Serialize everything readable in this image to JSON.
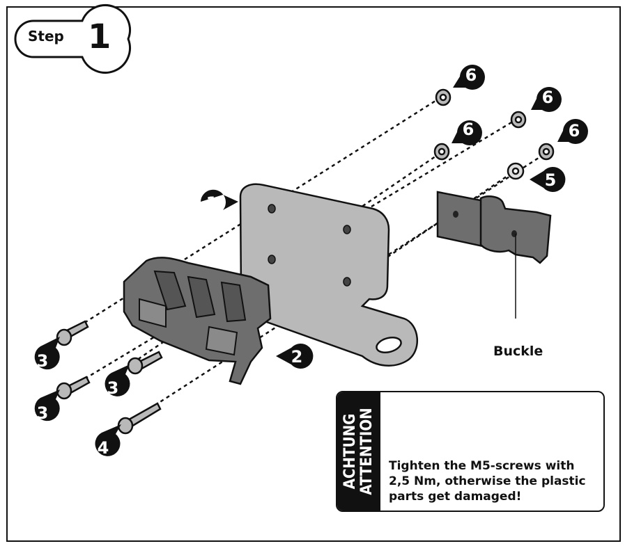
{
  "step": {
    "label": "Step",
    "number": "1"
  },
  "parts_label": "Buckle",
  "callouts": [
    {
      "id": "part-1",
      "number": "1"
    },
    {
      "id": "part-2",
      "number": "2"
    },
    {
      "id": "screw-3a",
      "number": "3"
    },
    {
      "id": "screw-3b",
      "number": "3"
    },
    {
      "id": "screw-3c",
      "number": "3"
    },
    {
      "id": "screw-4",
      "number": "4"
    },
    {
      "id": "washer-5",
      "number": "5"
    },
    {
      "id": "nut-6a",
      "number": "6"
    },
    {
      "id": "nut-6b",
      "number": "6"
    },
    {
      "id": "nut-6c",
      "number": "6"
    },
    {
      "id": "nut-6d",
      "number": "6"
    }
  ],
  "notice": {
    "title_de": "ACHTUNG",
    "title_en": "ATTENTION",
    "text": "Tighten the M5-screws with 2,5 Nm, otherwise the plastic parts get damaged!"
  },
  "colors": {
    "ink": "#111111",
    "part_fill": "#b9b9b9",
    "dark_part": "#6e6e6e",
    "background": "#ffffff"
  }
}
